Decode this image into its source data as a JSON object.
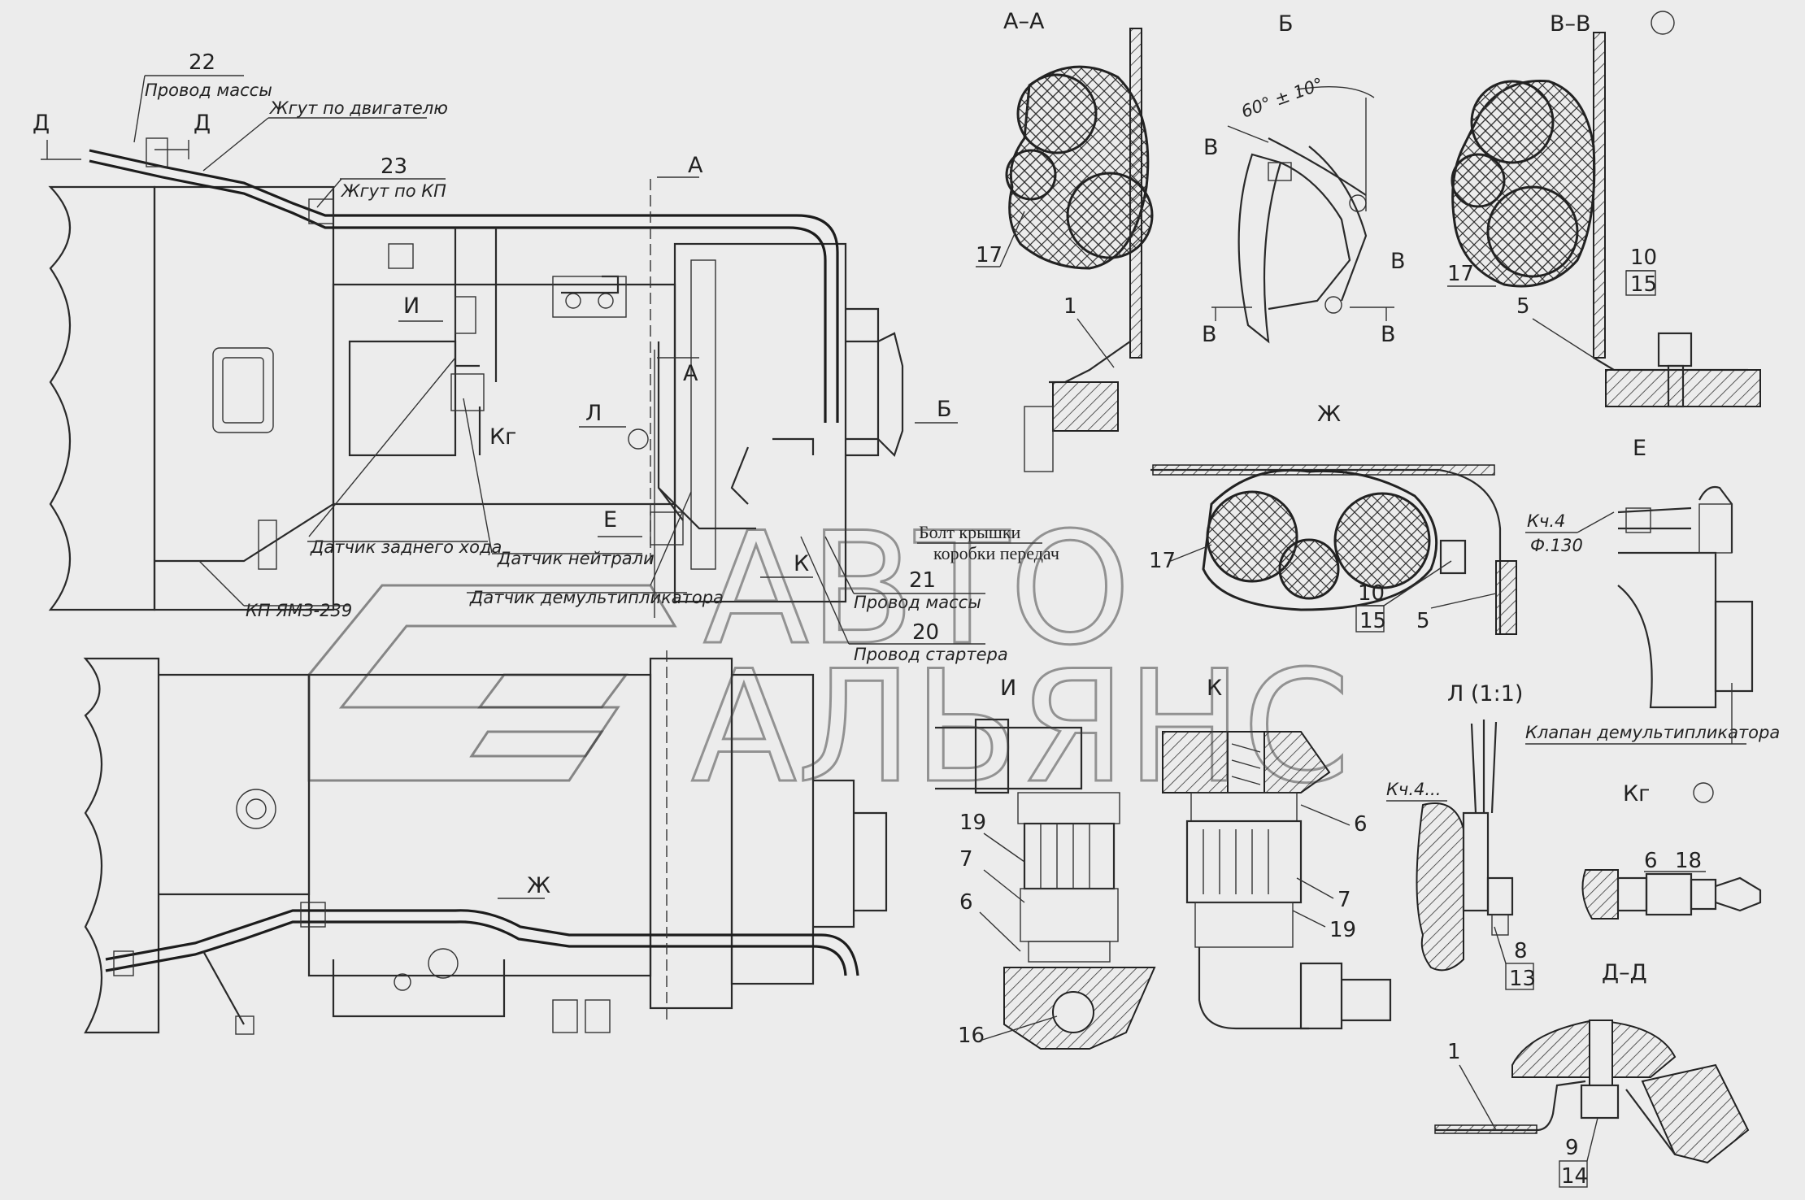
{
  "sections": {
    "aa": "А–А",
    "b": "Б",
    "vv": "В–В",
    "zh": "Ж",
    "e": "Е",
    "i": "И",
    "k": "К",
    "l": "Л (1:1)",
    "kg": "Кг",
    "dd": "Д–Д"
  },
  "labels": {
    "massa_top": "Провод массы",
    "zhgut_dv": "Жгут по двигателю",
    "zhgut_kp": "Жгут по КП",
    "datchik_zh": "Датчик заднего хода",
    "datchik_neutr": "Датчик нейтрали",
    "datchik_demult": "Датчик демультипликатора",
    "kp": "КП ЯМЗ-239",
    "bolt1": "Болт крышки",
    "bolt2": "коробки передач",
    "massa": "Провод массы",
    "starter": "Провод стартера",
    "klapan": "Клапан демультипликатора",
    "angle": "60° ± 10°",
    "kch4": "Кч.4",
    "f130": "Ф.130",
    "kch4b": "Кч.4..."
  },
  "views": {
    "d": "Д",
    "a": "А",
    "b": "Б",
    "i": "И",
    "l": "Л",
    "e": "Е",
    "k": "К",
    "zh": "Ж",
    "v": "В"
  },
  "numbers": {
    "n22": "22",
    "n23": "23",
    "n21": "21",
    "n20": "20",
    "n17": "17",
    "n1": "1",
    "n10": "10",
    "n15": "15",
    "n5": "5",
    "n19": "19",
    "n7": "7",
    "n6": "6",
    "n16": "16",
    "n8": "8",
    "n13": "13",
    "n18": "18",
    "n9": "9",
    "n14": "14"
  },
  "watermark": {
    "line1": "АВТО",
    "line2": "АЛЬЯНС"
  }
}
